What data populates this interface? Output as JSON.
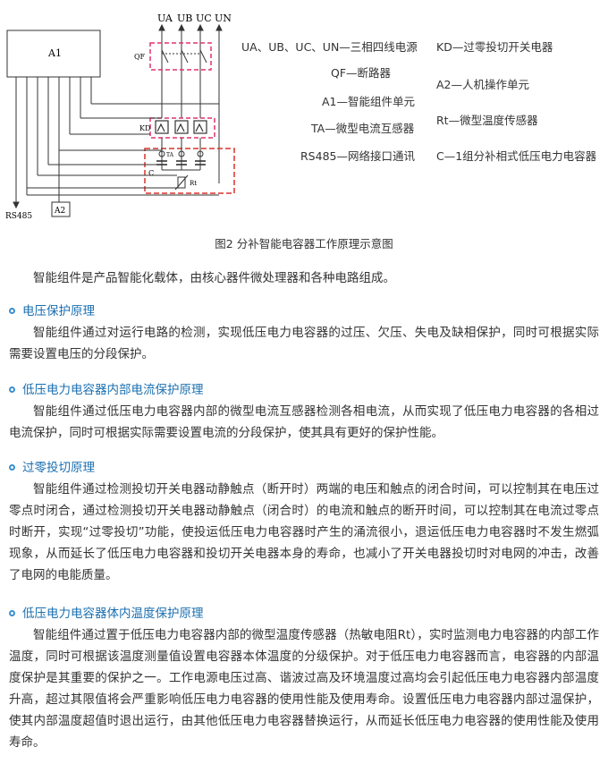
{
  "diagram": {
    "phase_labels": [
      "UA",
      "UB",
      "UC",
      "UN"
    ],
    "block_a1": "A1",
    "block_a2": "A2",
    "qf_label": "QF",
    "kd_label": "KD",
    "ta_label": "TA",
    "c_label": "C",
    "rt_label": "Rt",
    "rs485_label": "RS485"
  },
  "legend": [
    "UA、UB、UC、UN—三相四线电源",
    "KD—过零投切开关电器",
    "QF—断路器",
    "A2—人机操作单元",
    "A1—智能组件单元",
    "TA—微型电流互感器",
    "Rt—微型温度传感器",
    "RS485—网络接口通讯",
    "C—1组分补相式低压电力电容器"
  ],
  "caption": "图2 分补智能电容器工作原理示意图",
  "intro": "智能组件是产品智能化载体，由核心器件微处理器和各种电路组成。",
  "sections": [
    {
      "title": "电压保护原理",
      "body": "智能组件通过对运行电路的检测，实现低压电力电容器的过压、欠压、失电及缺相保护，同时可根据实际需要设置电压的分段保护。"
    },
    {
      "title": "低压电力电容器内部电流保护原理",
      "body": "智能组件通过低压电力电容器内部的微型电流互感器检测各相电流，从而实现了低压电力电容器的各相过电流保护，同时可根据实际需要设置电流的分段保护，使其具有更好的保护性能。"
    },
    {
      "title": "过零投切原理",
      "body": "智能组件通过检测投切开关电器动静触点（断开时）两端的电压和触点的闭合时间，可以控制其在电压过零点时闭合，通过检测投切开关电器动静触点（闭合时）的电流和触点的断开时间，可以控制其在电流过零点时断开，实现“过零投切”功能，使投运低压电力电容器时产生的涌流很小，退运低压电力电容器时不发生燃弧现象，从而延长了低压电力电容器和投切开关电器本身的寿命，也减小了开关电器投切时对电网的冲击，改善了电网的电能质量。"
    },
    {
      "title": "低压电力电容器体内温度保护原理",
      "body": "智能组件通过置于低压电力电容器内部的微型温度传感器（热敏电阻Rt），实时监测电力电容器的内部工作温度，同时可根据该温度测量值设置电容器本体温度的分级保护。对于低压电力电容器而言，电容器的内部温度保护是其重要的保护之一。工作电源电压过高、谐波过高及环境温度过高均会引起低压电力电容器内部温度升高，超过其限值将会严重影响低压电力电容器的使用性能及使用寿命。设置低压电力电容器内部过温保护，使其内部温度超值时退出运行，由其他低压电力电容器替换运行，从而延长低压电力电容器的使用性能及使用寿命。"
    }
  ]
}
